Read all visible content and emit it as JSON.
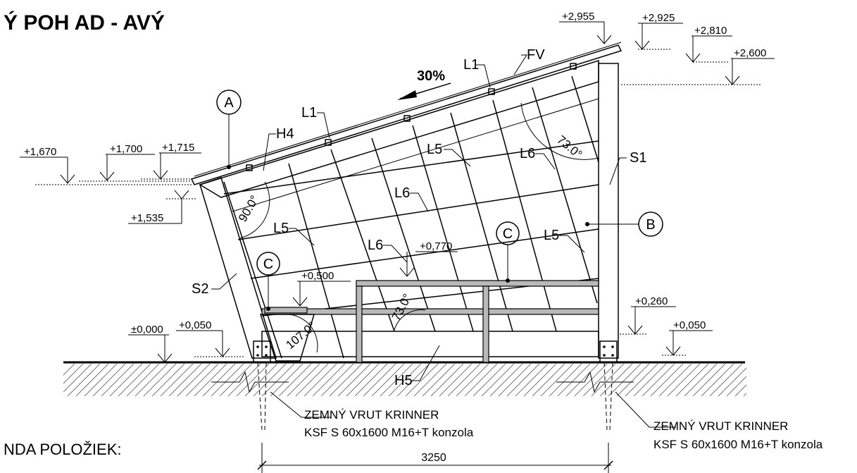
{
  "title": "Ý POH AD -  AVÝ",
  "legend_heading": "NDA POLOŽIEK:",
  "slope": "30%",
  "levels": {
    "l2955": "+2,955",
    "l2925": "+2,925",
    "l2810": "+2,810",
    "l2600": "+2,600",
    "l1670": "+1,670",
    "l1700": "+1,700",
    "l1715": "+1,715",
    "l1535": "+1,535",
    "l0770": "+0,770",
    "l0500": "+0,500",
    "l0260": "+0,260",
    "l0000": "±0,000",
    "l0050a": "+0,050",
    "l0050b": "+0,050"
  },
  "angles": {
    "a73top": "73.0°",
    "a90": "90.0°",
    "a73mid": "73.0°",
    "a107": "107.0°"
  },
  "parts": {
    "L1": "L1",
    "FV": "FV",
    "H4": "H4",
    "H5": "H5",
    "L5": "L5",
    "L6": "L6",
    "S1": "S1",
    "S2": "S2"
  },
  "markers": {
    "A": "A",
    "B": "B",
    "C": "C"
  },
  "screw": {
    "line1": "ZEMNÝ VRUT KRINNER",
    "line2": "KSF S 60x1600 M16+T konzola"
  },
  "dimension": "3250"
}
